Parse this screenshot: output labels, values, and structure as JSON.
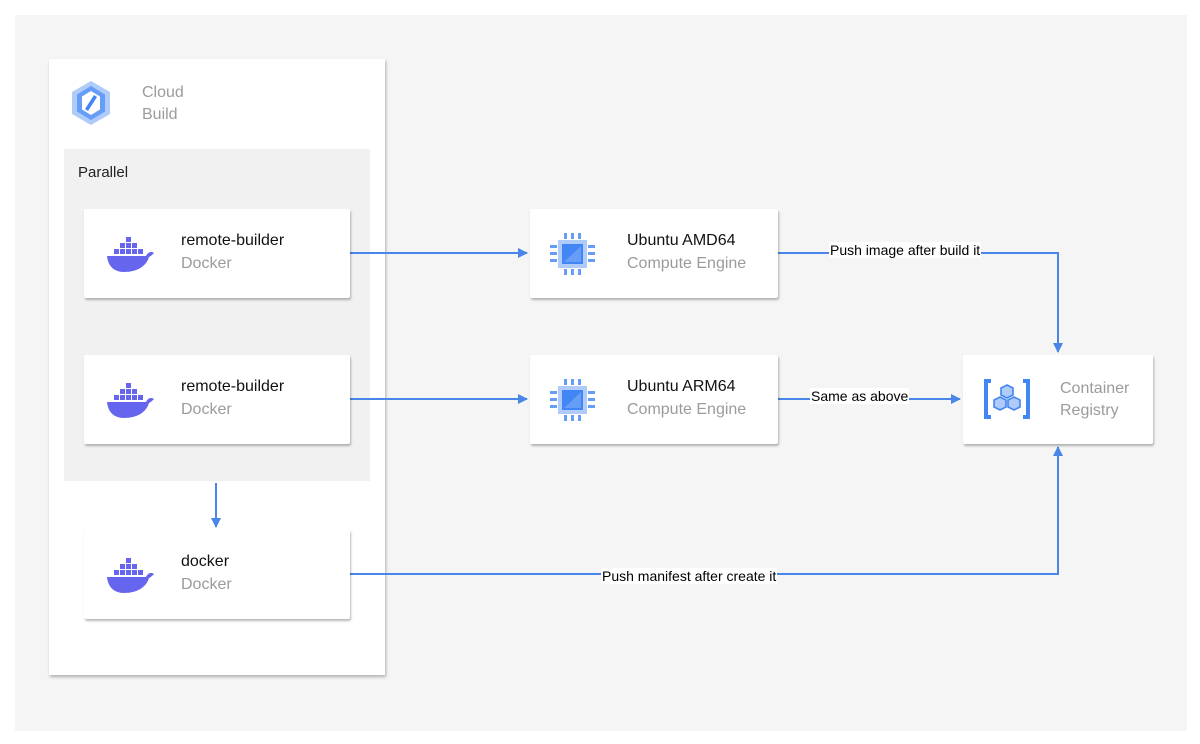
{
  "colors": {
    "arrow": "#4a86e8",
    "gcp_blue": "#4285f4",
    "docker_purple": "#6665ee",
    "background": "#f5f5f5"
  },
  "cloud_build": {
    "title": "Cloud\nBuild",
    "icon": "cloud-build-icon",
    "group_label": "Parallel"
  },
  "nodes": {
    "builder1": {
      "title": "remote-builder",
      "subtitle": "Docker",
      "icon": "docker-icon"
    },
    "builder2": {
      "title": "remote-builder",
      "subtitle": "Docker",
      "icon": "docker-icon"
    },
    "docker": {
      "title": "docker",
      "subtitle": "Docker",
      "icon": "docker-icon"
    },
    "amd64": {
      "title": "Ubuntu AMD64",
      "subtitle": "Compute Engine",
      "icon": "compute-engine-icon"
    },
    "arm64": {
      "title": "Ubuntu ARM64",
      "subtitle": "Compute Engine",
      "icon": "compute-engine-icon"
    },
    "registry": {
      "title": "Container\nRegistry",
      "icon": "container-registry-icon"
    }
  },
  "edges": {
    "amd64_to_registry": "Push image after build it",
    "arm64_to_registry": "Same as above",
    "docker_to_registry": "Push manifest after create it"
  }
}
